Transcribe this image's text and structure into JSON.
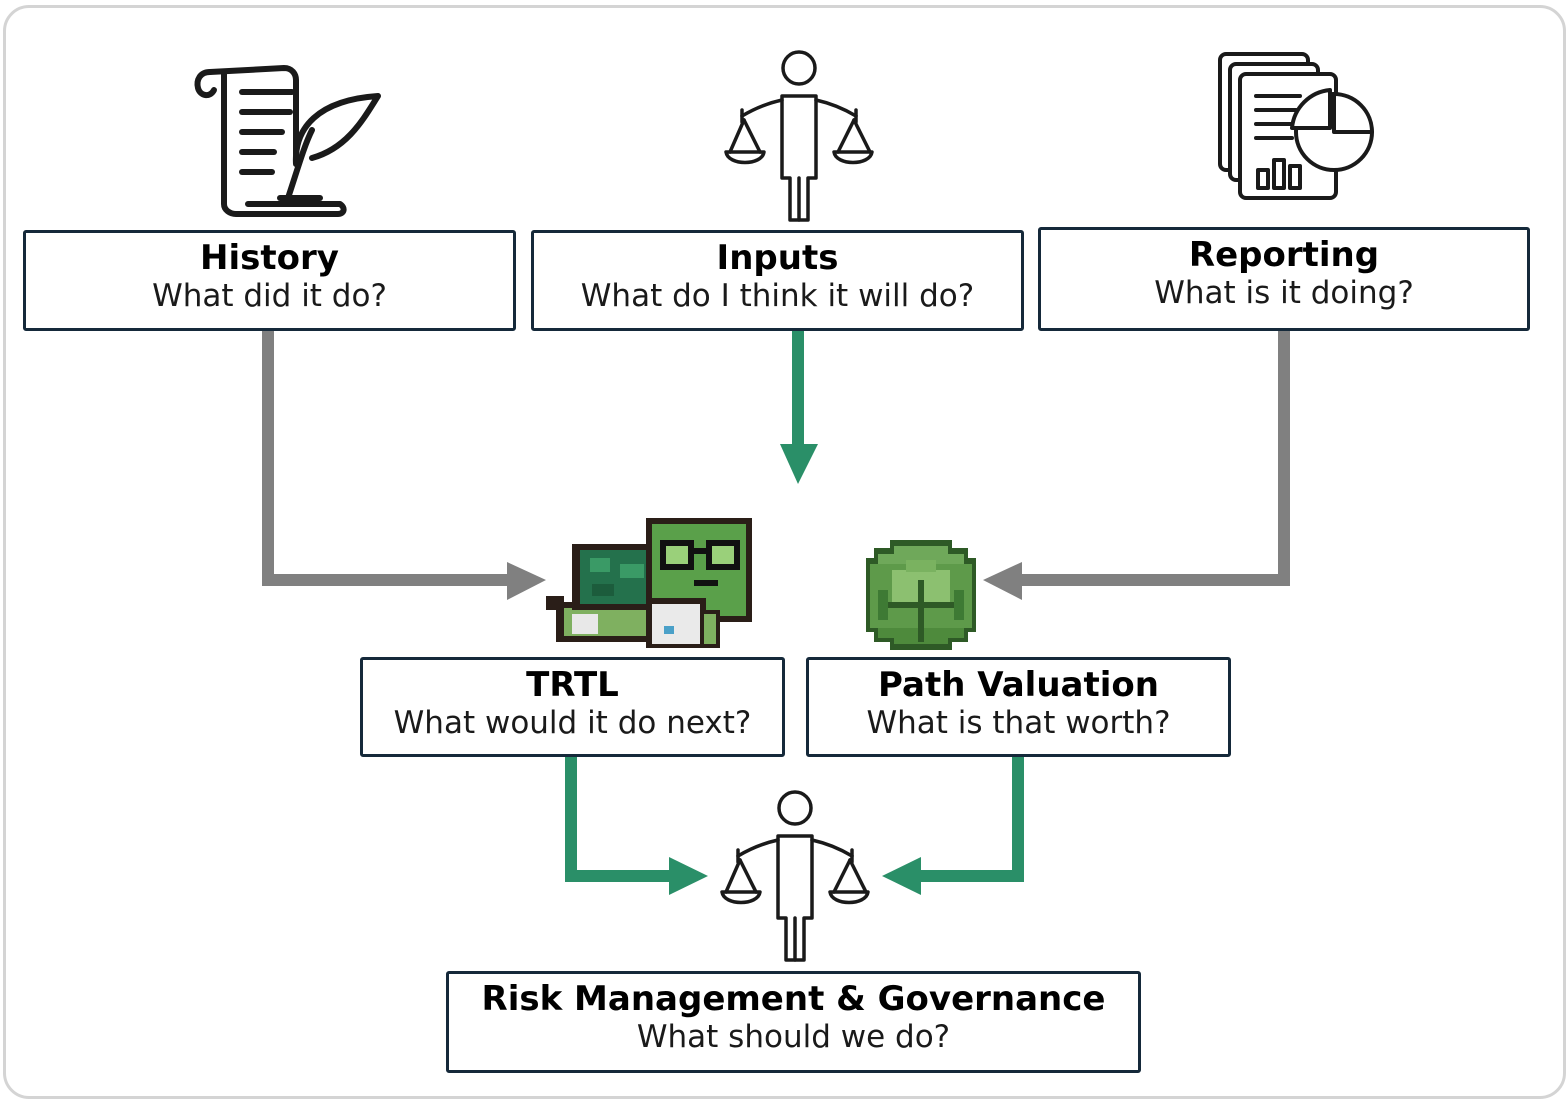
{
  "nodes": {
    "history": {
      "title": "History",
      "question": "What did it do?"
    },
    "inputs": {
      "title": "Inputs",
      "question": "What do I think it will do?"
    },
    "reporting": {
      "title": "Reporting",
      "question": "What is it doing?"
    },
    "trtl": {
      "title": "TRTL",
      "question": "What would it do next?"
    },
    "path_valuation": {
      "title": "Path Valuation",
      "question": "What is that worth?"
    },
    "risk": {
      "title": "Risk Management & Governance",
      "question": "What should we do?"
    }
  },
  "icons": {
    "history": "scroll-quill-icon",
    "inputs": "person-scales-icon",
    "reporting": "report-documents-icon",
    "trtl": "pixel-turtle-mascot-icon",
    "path_valuation": "pixel-cabbage-icon",
    "risk": "person-scales-icon"
  },
  "colors": {
    "box_border": "#15293a",
    "green_arrow": "#2a8f68",
    "gray_arrow": "#808080",
    "frame": "#d4d4d4"
  }
}
